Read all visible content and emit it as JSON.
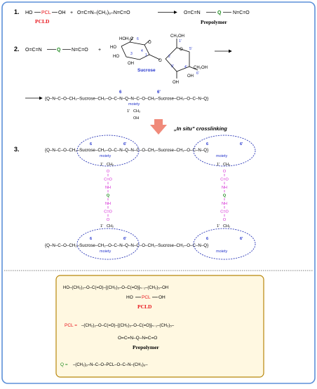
{
  "steps": {
    "s1": "1.",
    "s2": "2.",
    "s3": "3."
  },
  "step1": {
    "ho_left": "HO",
    "pcl": "PCL",
    "oh_right": "OH",
    "plus": "+",
    "diisocyanate": "O=C=N–(CH₂)₆–N=C=O",
    "arrow": "→",
    "prepolymer_formula_left": "O=C=N",
    "q": "Q",
    "prepolymer_formula_right": "N=C=O",
    "pcld_label": "PCLD",
    "prepolymer_label": "Prepolymer"
  },
  "step2": {
    "prepolymer_left": "O=C=N",
    "q": "Q",
    "prepolymer_right": "N=C=O",
    "plus": "+",
    "sucrose_label": "Sucrose",
    "sucrose_atoms": {
      "hoh2c": "HOH₂C",
      "ho_a": "HO",
      "ho_b": "HO",
      "oh_a": "OH",
      "ch2oh_top": "CH₂OH",
      "ch2oh_right": "CH₂OH",
      "oh_b": "OH",
      "oh_c": "OH",
      "o_ring1": "O",
      "o_ring2": "O",
      "o_link": "O",
      "n6": "6",
      "n1p": "1'",
      "n5p": "5'",
      "n4p": "4'",
      "n3p": "3'",
      "n6p": "6'",
      "n2": "2",
      "n3": "3",
      "n4": "4",
      "n1": "1"
    }
  },
  "polymer_row": {
    "lead": "→",
    "chain": "{Q–N–C–O–CH₂–Sucrose–CH₂–O–C–N–Q–N–C–O–CH₂–Sucrose–CH₂–O–C–N–Q}",
    "moiety": "moiety",
    "pos6": "6",
    "pos6p": "6'",
    "pos1p": "1'",
    "ch2": "CH₂",
    "oh": "OH"
  },
  "in_situ": "„In situ” crosslinking",
  "network": {
    "chain": "{Q–N–C–O–CH₂–Sucrose–CH₂–O–C–N–Q–N–C–O–CH₂–Sucrose–CH₂–O–C–N–Q}",
    "moiety": "moiety",
    "pos6": "6",
    "pos6p": "6'",
    "pos1p": "1'",
    "ch2": "CH₂",
    "crosslink": [
      "O",
      "C=O",
      "NH",
      "Q",
      "NH",
      "C=O",
      "O"
    ]
  },
  "legend": {
    "pcld_structure": "HO–(CH₂)₂–O–C(=O)–[(CH₂)₅–O–C(=O)]ₙ₋₁–(CH₂)₅–OH",
    "ho": "HO",
    "pcl": "PCL",
    "oh": "OH",
    "pcld_label": "PCLD",
    "pcl_def_left": "PCL =",
    "pcl_def_right": "–(CH₂)₂–O–C(=O)–[(CH₂)₅–O–C(=O)]ₙ₋₁–(CH₂)₅–",
    "prepolymer_structure": "O=C=N–Q–N=C=O",
    "prepolymer_label": "Prepolymer",
    "q_def_left": "Q =",
    "q_def_right": "–(CH₂)₆–N–C–O–PCL–O–C–N–(CH₂)₆–"
  },
  "colors": {
    "frame": "#5b8fd8",
    "pcl_red": "#e8141b",
    "q_green": "#1f8a1f",
    "sucrose_blue": "#2233cc",
    "crosslink_magenta": "#d21fd2",
    "ellipse_blue": "#2d3ab8",
    "arrow_salmon": "#f08a7a",
    "legend_border": "#b8860b",
    "legend_fill": "#fff8e1"
  }
}
